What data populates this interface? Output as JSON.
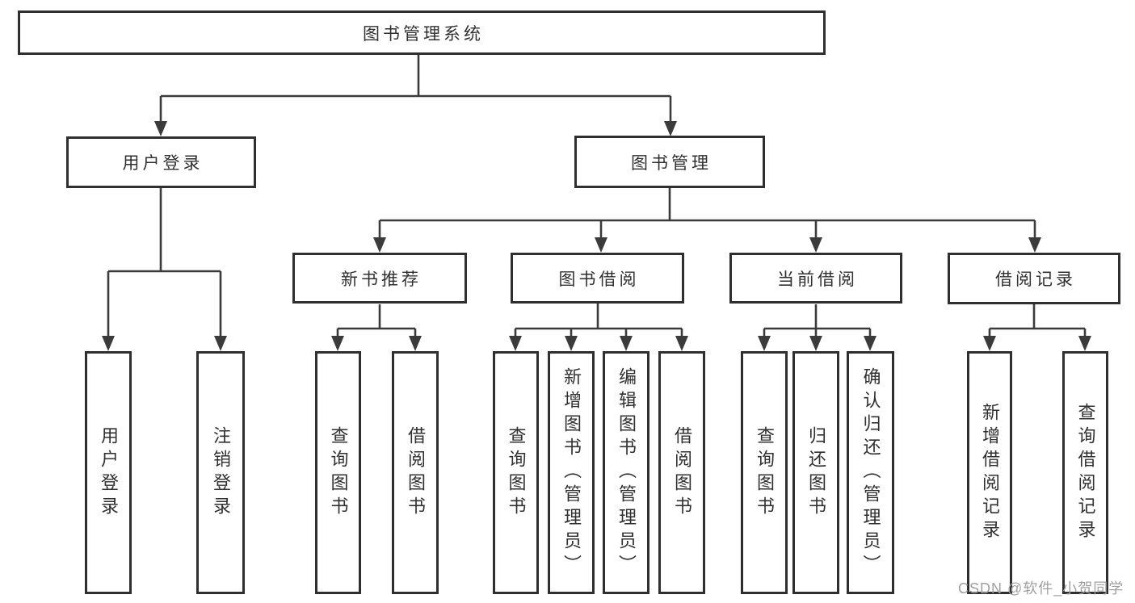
{
  "tree": {
    "root": {
      "label": "图书管理系统"
    },
    "level2": [
      {
        "label": "用户登录"
      },
      {
        "label": "图书管理"
      }
    ],
    "level3": [
      {
        "label": "新书推荐"
      },
      {
        "label": "图书借阅"
      },
      {
        "label": "当前借阅"
      },
      {
        "label": "借阅记录"
      }
    ],
    "leaves": [
      {
        "label": "用户登录"
      },
      {
        "label": "注销登录"
      },
      {
        "label": "查询图书"
      },
      {
        "label": "借阅图书"
      },
      {
        "label": "查询图书"
      },
      {
        "label": "新增图书（管理员）"
      },
      {
        "label": "编辑图书（管理员）"
      },
      {
        "label": "借阅图书"
      },
      {
        "label": "查询图书"
      },
      {
        "label": "归还图书"
      },
      {
        "label": "确认归还（管理员）"
      },
      {
        "label": "新增借阅记录"
      },
      {
        "label": "查询借阅记录"
      }
    ]
  },
  "watermark": {
    "text": "CSDN @软件_小贺同学"
  },
  "colors": {
    "line": "#3b3b3b",
    "box_border": "#2f2f2f",
    "text": "#303030",
    "watermark": "#a0a0a0",
    "background": "#ffffff"
  }
}
